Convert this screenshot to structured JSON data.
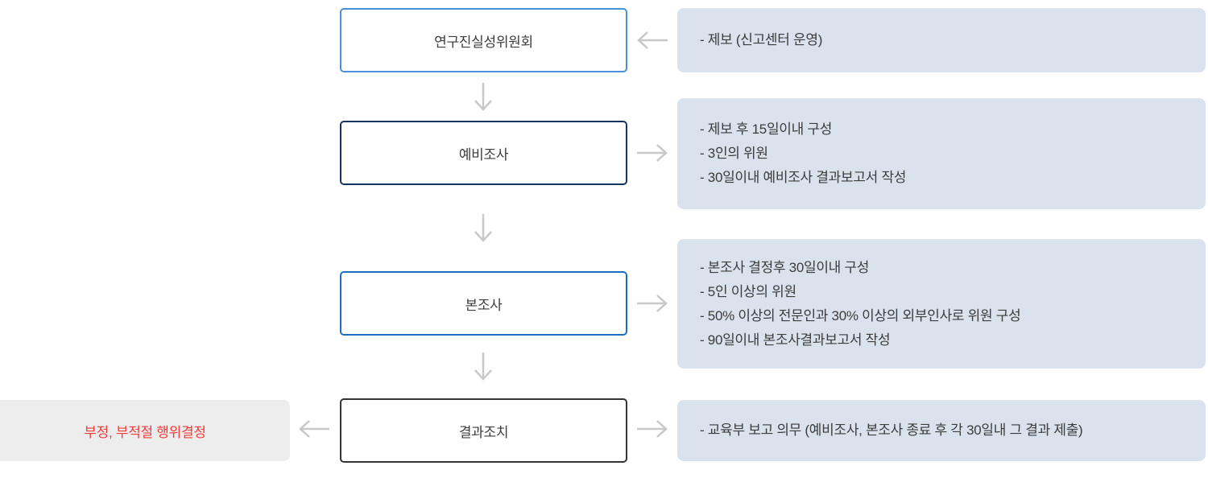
{
  "diagram": {
    "title": "research-integrity-investigation-flowchart",
    "steps": [
      {
        "label": "연구진실성위원회"
      },
      {
        "label": "예비조사"
      },
      {
        "label": "본조사"
      },
      {
        "label": "결과조치"
      }
    ],
    "notes": [
      {
        "lines": [
          "- 제보 (신고센터 운영)"
        ]
      },
      {
        "lines": [
          "- 제보 후 15일이내 구성",
          "- 3인의 위원",
          "- 30일이내 예비조사 결과보고서 작성"
        ]
      },
      {
        "lines": [
          "- 본조사 결정후 30일이내 구성",
          "- 5인 이상의 위원",
          "- 50% 이상의 전문인과 30% 이상의 외부인사로 위원 구성",
          "- 90일이내 본조사결과보고서 작성"
        ]
      },
      {
        "lines": [
          "- 교육부 보고 의무 (예비조사, 본조사 종료 후 각 30일내 그 결과 제출)"
        ]
      }
    ],
    "result": {
      "label": "부정, 부적절 행위결정"
    },
    "colors": {
      "note_background": "#dae3ed",
      "result_background": "#ededed",
      "result_text": "#f43b3b",
      "step1_border": "#4a90da",
      "step2_border": "#15335f",
      "step3_border": "#1a6ec0",
      "step4_border": "#333333",
      "arrow": "#c8c8c8",
      "text": "#3c3c3c"
    }
  }
}
